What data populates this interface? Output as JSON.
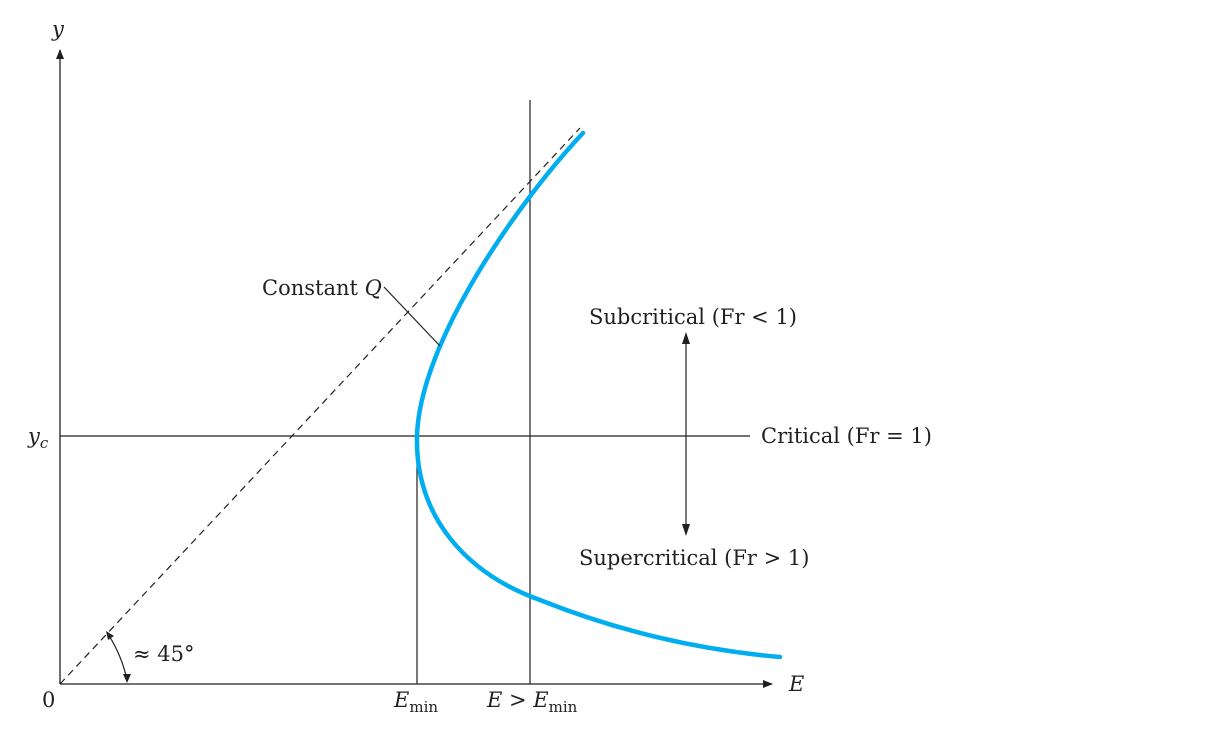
{
  "diagram": {
    "axes": {
      "y_label": "y",
      "x_label": "E",
      "origin_label": "0",
      "yc_label": {
        "main": "y",
        "sub": "c"
      }
    },
    "x_ticks": {
      "emin": {
        "main": "E",
        "sub": "min"
      },
      "e_gt": {
        "main": "E > E",
        "sub": "min"
      }
    },
    "curve_label": {
      "text": "Constant ",
      "var": "Q"
    },
    "angle_label": "≈ 45°",
    "regions": {
      "subcritical": "Subcritical (Fr < 1)",
      "critical": "Critical (Fr = 1)",
      "supercritical": "Supercritical (Fr > 1)"
    },
    "colors": {
      "curve": "#00aeef",
      "ink": "#231f20"
    }
  }
}
